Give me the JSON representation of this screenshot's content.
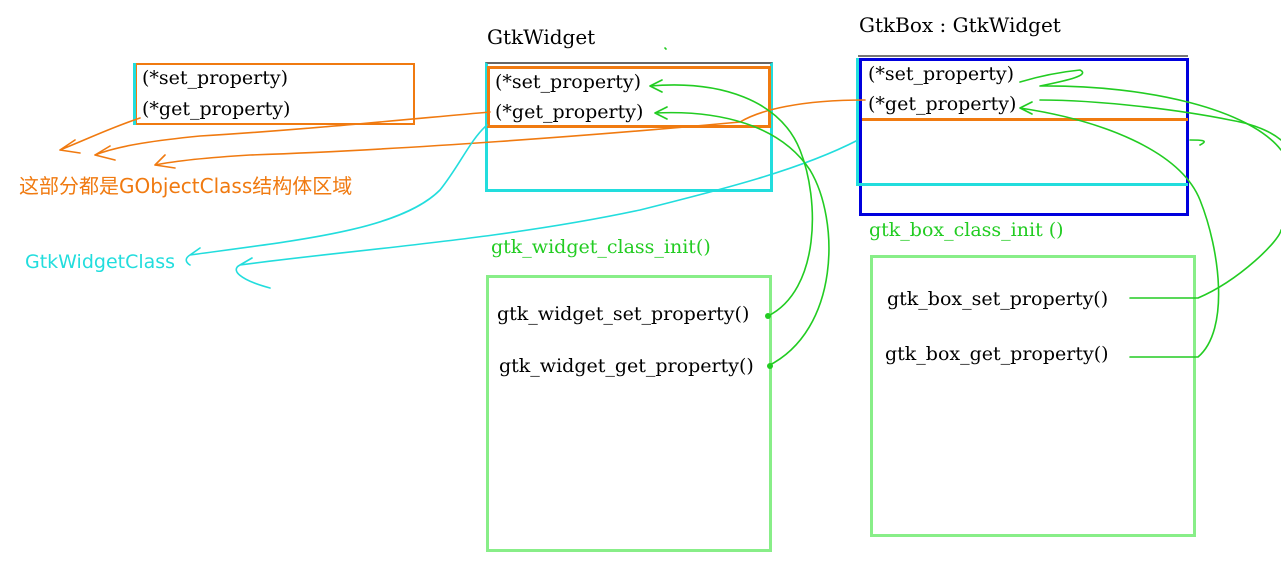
{
  "object_class_box": {
    "set_property": "(*set_property)",
    "get_property": "(*get_property)"
  },
  "gtkwidget": {
    "title": "GtkWidget",
    "set_property": "(*set_property)",
    "get_property": "(*get_property)",
    "class_init": "gtk_widget_class_init()",
    "set_property_func": "gtk_widget_set_property()",
    "get_property_func": "gtk_widget_get_property()"
  },
  "gtkbox": {
    "title": "GtkBox : GtkWidget",
    "set_property": "(*set_property)",
    "get_property": "(*get_property)",
    "class_init": "gtk_box_class_init ()",
    "set_property_func": "gtk_box_set_property()",
    "get_property_func": "gtk_box_get_property()"
  },
  "labels": {
    "gobject_region": "这部分都是GObjectClass结构体区域",
    "gtkwidgetclass": "GtkWidgetClass"
  },
  "colors": {
    "orange": "#f07a10",
    "cyan": "#22dddd",
    "green": "#22cc22",
    "blue": "#0000dd",
    "light_green": "#88ee88"
  }
}
